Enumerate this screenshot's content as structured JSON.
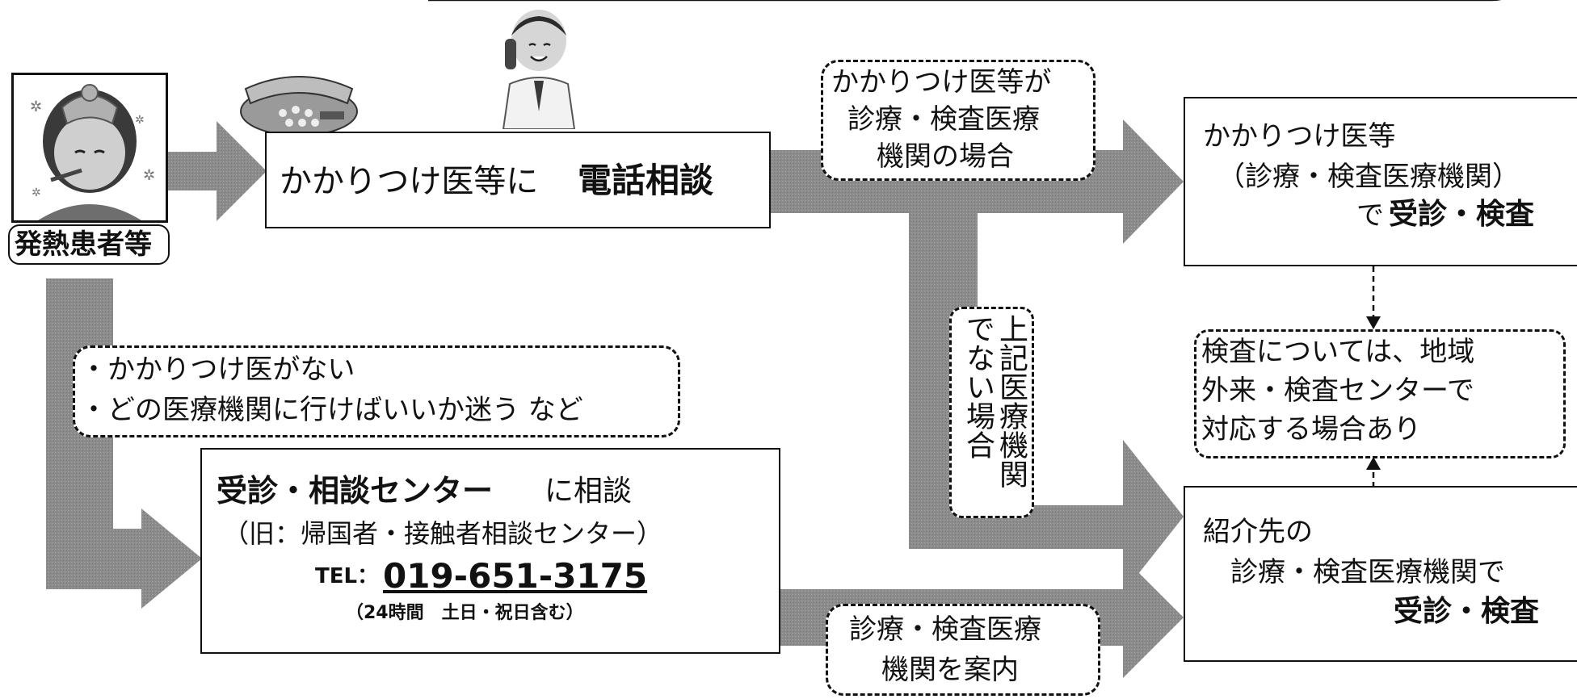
{
  "patient": {
    "label": "発熱患者等",
    "icon": "sick-person-icon"
  },
  "icons": {
    "phone": "telephone-icon",
    "doctor": "doctor-on-phone-icon"
  },
  "phone_consult": {
    "text_normal": "かかりつけ医等に",
    "text_bold": "電話相談"
  },
  "branch_top": {
    "line1": "かかりつけ医等が",
    "line2": "診療・検査医療",
    "line3": "機関の場合"
  },
  "branch_vertical": {
    "col1": "上記医療機関",
    "col2": "でない場合"
  },
  "result_top": {
    "line1": "かかりつけ医等",
    "line2": "（診療・検査医療機関）",
    "line3_normal": "で",
    "line3_bold": "受診・検査"
  },
  "note_right": {
    "line1": "検査については、地域",
    "line2": "外来・検査センターで",
    "line3": "対応する場合あり"
  },
  "conditions": {
    "line1": "・かかりつけ医がない",
    "line2": "・どの医療機関に行けばいいか迷う など"
  },
  "center": {
    "title_bold": "受診・相談センター",
    "title_normal": "に相談",
    "old_name": "（旧：帰国者・接触者相談センター）",
    "tel_label": "TEL：",
    "tel_number": "019-651-3175",
    "hours": "（24時間　土日・祝日含む）"
  },
  "branch_bottom": {
    "line1": "診療・検査医療",
    "line2": "機関を案内"
  },
  "result_bottom": {
    "line1": "紹介先の",
    "line2": "診療・検査医療機関で",
    "line3_bold": "受診・検査"
  },
  "colors": {
    "arrow_fill": "#8c8c8c",
    "border": "#111111",
    "background": "#ffffff"
  }
}
